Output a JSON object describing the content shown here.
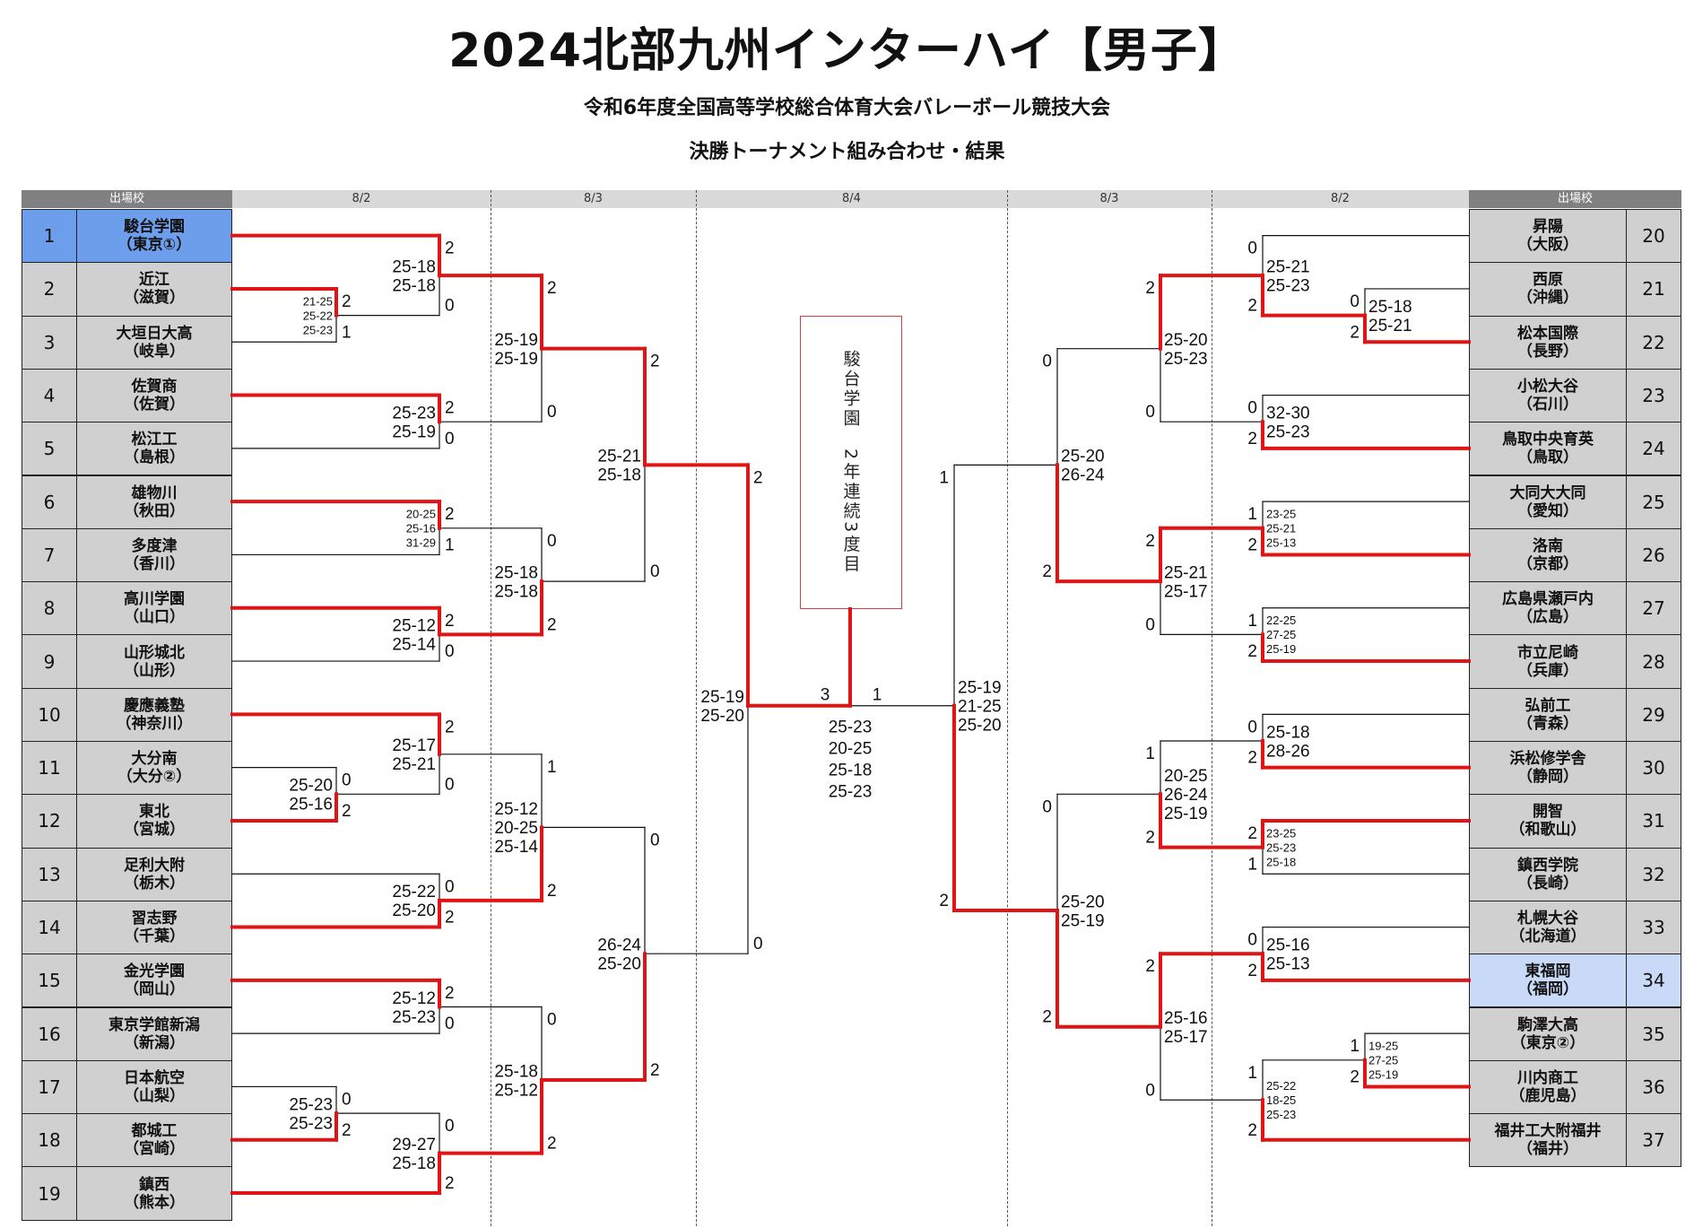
{
  "title": "2024北部九州インターハイ【男子】",
  "subtitle1": "令和6年度全国高等学校総合体育大会バレーボール競技大会",
  "subtitle2": "決勝トーナメント組み合わせ・結果",
  "header": {
    "left_label": "出場校",
    "right_label": "出場校",
    "dates": [
      "8/2",
      "8/3",
      "8/4",
      "8/3",
      "8/2"
    ]
  },
  "colors": {
    "win": "#e01414",
    "lose": "#111111",
    "highlight_champion": "#6d9eeb",
    "highlight_runner_up": "#c9daf8",
    "cell": "#d0d0d0"
  },
  "teams_left": [
    {
      "seed": 1,
      "name": "駿台学園",
      "pref": "（東京①）",
      "highlight": "champion"
    },
    {
      "seed": 2,
      "name": "近江",
      "pref": "（滋賀）"
    },
    {
      "seed": 3,
      "name": "大垣日大高",
      "pref": "（岐阜）"
    },
    {
      "seed": 4,
      "name": "佐賀商",
      "pref": "（佐賀）"
    },
    {
      "seed": 5,
      "name": "松江工",
      "pref": "（島根）"
    },
    {
      "seed": 6,
      "name": "雄物川",
      "pref": "（秋田）"
    },
    {
      "seed": 7,
      "name": "多度津",
      "pref": "（香川）"
    },
    {
      "seed": 8,
      "name": "高川学園",
      "pref": "（山口）"
    },
    {
      "seed": 9,
      "name": "山形城北",
      "pref": "（山形）"
    },
    {
      "seed": 10,
      "name": "慶應義塾",
      "pref": "（神奈川）"
    },
    {
      "seed": 11,
      "name": "大分南",
      "pref": "（大分②）"
    },
    {
      "seed": 12,
      "name": "東北",
      "pref": "（宮城）"
    },
    {
      "seed": 13,
      "name": "足利大附",
      "pref": "（栃木）"
    },
    {
      "seed": 14,
      "name": "習志野",
      "pref": "（千葉）"
    },
    {
      "seed": 15,
      "name": "金光学園",
      "pref": "（岡山）"
    },
    {
      "seed": 16,
      "name": "東京学館新潟",
      "pref": "（新潟）"
    },
    {
      "seed": 17,
      "name": "日本航空",
      "pref": "（山梨）"
    },
    {
      "seed": 18,
      "name": "都城工",
      "pref": "（宮崎）"
    },
    {
      "seed": 19,
      "name": "鎮西",
      "pref": "（熊本）"
    }
  ],
  "teams_right": [
    {
      "seed": 20,
      "name": "昇陽",
      "pref": "（大阪）"
    },
    {
      "seed": 21,
      "name": "西原",
      "pref": "（沖縄）"
    },
    {
      "seed": 22,
      "name": "松本国際",
      "pref": "（長野）"
    },
    {
      "seed": 23,
      "name": "小松大谷",
      "pref": "（石川）"
    },
    {
      "seed": 24,
      "name": "鳥取中央育英",
      "pref": "（鳥取）"
    },
    {
      "seed": 25,
      "name": "大同大大同",
      "pref": "（愛知）"
    },
    {
      "seed": 26,
      "name": "洛南",
      "pref": "（京都）"
    },
    {
      "seed": 27,
      "name": "広島県瀬戸内",
      "pref": "（広島）"
    },
    {
      "seed": 28,
      "name": "市立尼崎",
      "pref": "（兵庫）"
    },
    {
      "seed": 29,
      "name": "弘前工",
      "pref": "（青森）"
    },
    {
      "seed": 30,
      "name": "浜松修学舎",
      "pref": "（静岡）"
    },
    {
      "seed": 31,
      "name": "開智",
      "pref": "（和歌山）"
    },
    {
      "seed": 32,
      "name": "鎮西学院",
      "pref": "（長崎）"
    },
    {
      "seed": 33,
      "name": "札幌大谷",
      "pref": "（北海道）"
    },
    {
      "seed": 34,
      "name": "東福岡",
      "pref": "（福岡）",
      "highlight": "runner_up"
    },
    {
      "seed": 35,
      "name": "駒澤大高",
      "pref": "（東京②）"
    },
    {
      "seed": 36,
      "name": "川内商工",
      "pref": "（鹿児島）"
    },
    {
      "seed": 37,
      "name": "福井工大附福井",
      "pref": "（福井）"
    }
  ],
  "bracket": {
    "left": [
      {
        "id": "ma",
        "level": "p",
        "a": 2,
        "b": 3,
        "score": [
          "2",
          "1"
        ],
        "winner": "a",
        "sets": [
          "21-25",
          "25-22",
          "25-23"
        ]
      },
      {
        "id": "m1",
        "level": "r1",
        "a": 1,
        "b": "ma",
        "score": [
          "2",
          "0"
        ],
        "winner": "a",
        "sets": [
          "25-18",
          "25-18"
        ]
      },
      {
        "id": "m2",
        "level": "r1",
        "a": 4,
        "b": 5,
        "score": [
          "2",
          "0"
        ],
        "winner": "a",
        "sets": [
          "25-23",
          "25-19"
        ]
      },
      {
        "id": "m3",
        "level": "r1",
        "a": 6,
        "b": 7,
        "score": [
          "2",
          "1"
        ],
        "winner": "a",
        "sets": [
          "20-25",
          "25-16",
          "31-29"
        ]
      },
      {
        "id": "m4",
        "level": "r1",
        "a": 8,
        "b": 9,
        "score": [
          "2",
          "0"
        ],
        "winner": "a",
        "sets": [
          "25-12",
          "25-14"
        ]
      },
      {
        "id": "mb",
        "level": "p",
        "a": 11,
        "b": 12,
        "score": [
          "0",
          "2"
        ],
        "winner": "b",
        "sets": [
          "25-20",
          "25-16"
        ]
      },
      {
        "id": "m5",
        "level": "r1",
        "a": 10,
        "b": "mb",
        "score": [
          "2",
          "0"
        ],
        "winner": "a",
        "sets": [
          "25-17",
          "25-21"
        ]
      },
      {
        "id": "m6",
        "level": "r1",
        "a": 13,
        "b": 14,
        "score": [
          "0",
          "2"
        ],
        "winner": "b",
        "sets": [
          "25-22",
          "25-20"
        ]
      },
      {
        "id": "m7",
        "level": "r1",
        "a": 15,
        "b": 16,
        "score": [
          "2",
          "0"
        ],
        "winner": "a",
        "sets": [
          "25-12",
          "25-23"
        ]
      },
      {
        "id": "mc",
        "level": "p",
        "a": 17,
        "b": 18,
        "score": [
          "0",
          "2"
        ],
        "winner": "b",
        "sets": [
          "25-23",
          "25-23"
        ]
      },
      {
        "id": "m8",
        "level": "r1",
        "a": "mc",
        "b": 19,
        "score": [
          "0",
          "2"
        ],
        "winner": "b",
        "sets": [
          "29-27",
          "25-18"
        ]
      },
      {
        "id": "q1",
        "level": "r2",
        "a": "m1",
        "b": "m2",
        "score": [
          "2",
          "0"
        ],
        "winner": "a",
        "sets": [
          "25-19",
          "25-19"
        ]
      },
      {
        "id": "q2",
        "level": "r2",
        "a": "m3",
        "b": "m4",
        "score": [
          "0",
          "2"
        ],
        "winner": "b",
        "sets": [
          "25-18",
          "25-18"
        ]
      },
      {
        "id": "q3",
        "level": "r2",
        "a": "m5",
        "b": "m6",
        "score": [
          "1",
          "2"
        ],
        "winner": "b",
        "sets": [
          "25-12",
          "20-25",
          "25-14"
        ]
      },
      {
        "id": "q4",
        "level": "r2",
        "a": "m7",
        "b": "m8",
        "score": [
          "0",
          "2"
        ],
        "winner": "b",
        "sets": [
          "25-18",
          "25-12"
        ]
      },
      {
        "id": "s1",
        "level": "r3",
        "a": "q1",
        "b": "q2",
        "score": [
          "2",
          "0"
        ],
        "winner": "a",
        "sets": [
          "25-21",
          "25-18"
        ]
      },
      {
        "id": "s2",
        "level": "r3",
        "a": "q3",
        "b": "q4",
        "score": [
          "0",
          "2"
        ],
        "winner": "b",
        "sets": [
          "26-24",
          "25-20"
        ]
      },
      {
        "id": "semi",
        "level": "r4",
        "a": "s1",
        "b": "s2",
        "score": [
          "2",
          "0"
        ],
        "winner": "a",
        "sets": [
          "25-19",
          "25-20"
        ]
      }
    ],
    "right": [
      {
        "id": "ra",
        "level": "p",
        "a": 21,
        "b": 22,
        "score": [
          "0",
          "2"
        ],
        "winner": "b",
        "sets": [
          "25-18",
          "25-21"
        ]
      },
      {
        "id": "r1",
        "level": "r1",
        "a": 20,
        "b": "ra",
        "score": [
          "0",
          "2"
        ],
        "winner": "b",
        "sets": [
          "25-21",
          "25-23"
        ]
      },
      {
        "id": "r2",
        "level": "r1",
        "a": 23,
        "b": 24,
        "score": [
          "0",
          "2"
        ],
        "winner": "b",
        "sets": [
          "32-30",
          "25-23"
        ]
      },
      {
        "id": "r3",
        "level": "r1",
        "a": 25,
        "b": 26,
        "score": [
          "1",
          "2"
        ],
        "winner": "b",
        "sets": [
          "23-25",
          "25-21",
          "25-13"
        ]
      },
      {
        "id": "r4",
        "level": "r1",
        "a": 27,
        "b": 28,
        "score": [
          "1",
          "2"
        ],
        "winner": "b",
        "sets": [
          "22-25",
          "27-25",
          "25-19"
        ]
      },
      {
        "id": "r5",
        "level": "r1",
        "a": 29,
        "b": 30,
        "score": [
          "0",
          "2"
        ],
        "winner": "b",
        "sets": [
          "25-18",
          "28-26"
        ]
      },
      {
        "id": "r6",
        "level": "r1",
        "a": 31,
        "b": 32,
        "score": [
          "2",
          "1"
        ],
        "winner": "a",
        "sets": [
          "23-25",
          "25-23",
          "25-18"
        ]
      },
      {
        "id": "r7",
        "level": "r1",
        "a": 33,
        "b": 34,
        "score": [
          "0",
          "2"
        ],
        "winner": "b",
        "sets": [
          "25-16",
          "25-13"
        ]
      },
      {
        "id": "rb",
        "level": "p",
        "a": 35,
        "b": 36,
        "score": [
          "1",
          "2"
        ],
        "winner": "b",
        "sets": [
          "19-25",
          "27-25",
          "25-19"
        ]
      },
      {
        "id": "r8",
        "level": "r1",
        "a": "rb",
        "b": 37,
        "score": [
          "1",
          "2"
        ],
        "winner": "b",
        "sets": [
          "25-22",
          "18-25",
          "25-23"
        ]
      },
      {
        "id": "rq1",
        "level": "r2",
        "a": "r1",
        "b": "r2",
        "score": [
          "2",
          "0"
        ],
        "winner": "a",
        "sets": [
          "25-20",
          "25-23"
        ]
      },
      {
        "id": "rq2",
        "level": "r2",
        "a": "r3",
        "b": "r4",
        "score": [
          "2",
          "0"
        ],
        "winner": "a",
        "sets": [
          "25-21",
          "25-17"
        ]
      },
      {
        "id": "rq3",
        "level": "r2",
        "a": "r5",
        "b": "r6",
        "score": [
          "1",
          "2"
        ],
        "winner": "b",
        "sets": [
          "20-25",
          "26-24",
          "25-19"
        ]
      },
      {
        "id": "rq4",
        "level": "r2",
        "a": "r7",
        "b": "r8",
        "score": [
          "2",
          "0"
        ],
        "winner": "a",
        "sets": [
          "25-16",
          "25-17"
        ]
      },
      {
        "id": "rs1",
        "level": "r3",
        "a": "rq1",
        "b": "rq2",
        "score": [
          "0",
          "2"
        ],
        "winner": "b",
        "sets": [
          "25-20",
          "26-24"
        ]
      },
      {
        "id": "rs2",
        "level": "r3",
        "a": "rq3",
        "b": "rq4",
        "score": [
          "0",
          "2"
        ],
        "winner": "b",
        "sets": [
          "25-20",
          "25-19"
        ]
      },
      {
        "id": "rsemi",
        "level": "r4",
        "a": "rs1",
        "b": "rs2",
        "score": [
          "1",
          "2"
        ],
        "winner": "b",
        "sets": [
          "25-19",
          "21-25",
          "25-20"
        ]
      }
    ],
    "final": {
      "left_score": "3",
      "right_score": "1",
      "winner": "left",
      "sets": [
        "25-23",
        "20-25",
        "25-18",
        "25-23"
      ]
    }
  },
  "champion_box": "駿台学園　2年連続3度目"
}
